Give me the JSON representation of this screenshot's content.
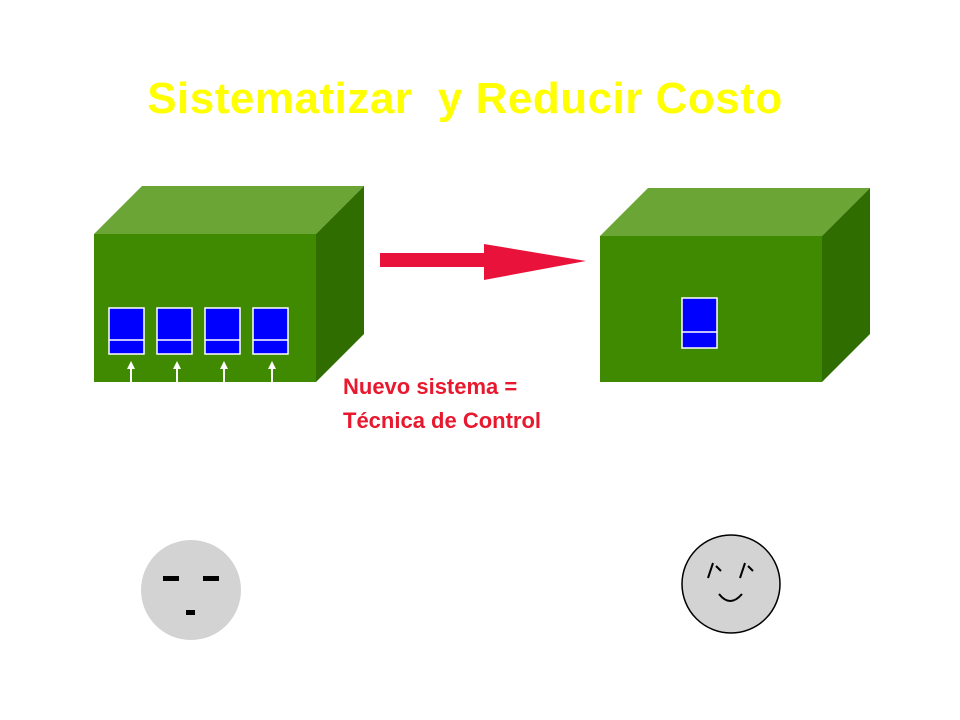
{
  "title": "Sistematizar  y Reducir Costo",
  "caption": {
    "line1": "Nuevo sistema =",
    "line2": "Técnica de Control"
  },
  "left_box": {
    "module_count": 4,
    "input_arrow_count": 4
  },
  "right_box": {
    "module_count": 1
  },
  "faces": {
    "left": {
      "icon": "neutral-face-icon",
      "eyes": "- -",
      "mouth": "-"
    },
    "right": {
      "icon": "happy-face-icon",
      "eyes": "/` /`",
      "mouth": "smile"
    }
  },
  "colors": {
    "title": "#ffff00",
    "box_front": "#3f8a00",
    "box_top": "#6aa536",
    "box_side": "#2f6d00",
    "module": "#0000ff",
    "arrow": "#e8123a",
    "caption": "#e8182e",
    "face": "#d3d3d3"
  }
}
